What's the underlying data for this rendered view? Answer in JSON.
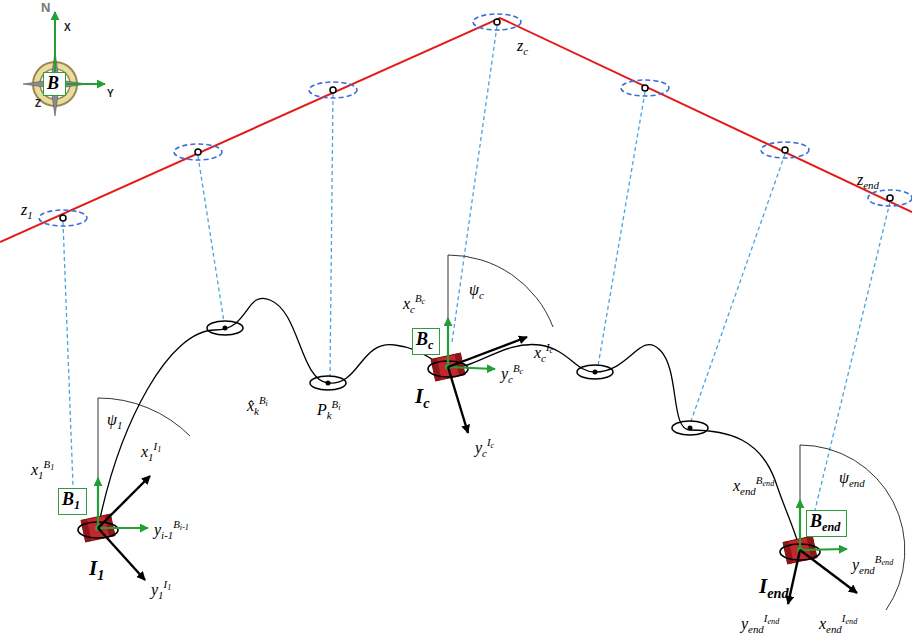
{
  "diagram": {
    "nodes": [
      {
        "text": [
          "B"
        ]
      },
      {
        "text": [
          "B1"
        ]
      },
      {
        "text": [
          "Bc"
        ]
      },
      {
        "text": [
          "Bend"
        ]
      }
    ],
    "labels": [
      "N",
      "X",
      "Y",
      "Z",
      "z1",
      "zc",
      "zend",
      "x1B1",
      "ψ1",
      "x1I1",
      "yi-1Bi-1",
      "I1",
      "y1I1",
      "x̂kBi",
      "PkBi",
      "xcBc",
      "ψc",
      "xcIc",
      "ycBc",
      "Ic",
      "ycIc",
      "xendBend",
      "ψend",
      "yendBend",
      "Iend",
      "xendIend",
      "yendIend"
    ]
  }
}
